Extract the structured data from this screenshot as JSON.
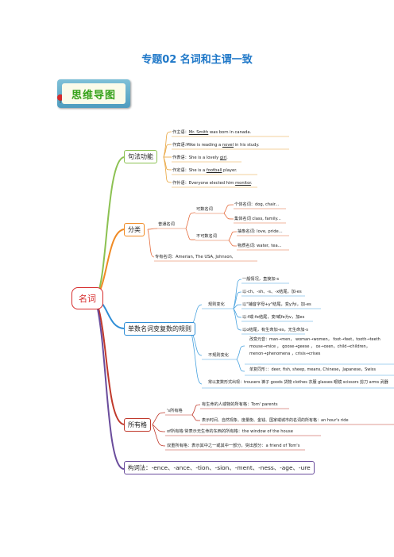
{
  "title": "专题02 名词和主谓一致",
  "badge": "思维导图",
  "root": "名词",
  "branches": {
    "syntax": {
      "label": "句法功能",
      "items": [
        {
          "role": "作主语：",
          "a": "",
          "u": "Mr. Smith",
          "b": " was born in canada."
        },
        {
          "role": "作宾语:",
          "a": "Mike is reading a ",
          "u": "novel",
          "b": " in his study."
        },
        {
          "role": "作表语：",
          "a": "She is a lovely ",
          "u": "girl",
          "b": "."
        },
        {
          "role": "作定语：",
          "a": "She is a ",
          "u": "football",
          "b": " player."
        },
        {
          "role": "作补语：",
          "a": "Everyone elected him ",
          "u": "monitor",
          "b": "."
        }
      ]
    },
    "category": {
      "label": "分类",
      "common": "普通名词",
      "countable": "可数名词",
      "uncountable": "不可数名词",
      "individual": "个体名词：dog, chair...",
      "collective": "集体名词 class, family...",
      "abstract": "抽象名词: love, pride...",
      "material": "物质名词: water, tea...",
      "proper": "专有名词：Amerian, The USA, Johnson,"
    },
    "plural": {
      "label": "单数名词变复数的规则",
      "regular_label": "规则变化",
      "regular": [
        "一般情况，直接加-s",
        "以-ch、-sh、-s、-x结尾，加-es",
        "以\"辅音字母+y\"结尾，变y为i，加-es",
        "以-f或-fe结尾，变f或fe为v，加es",
        "以o结尾，有生命加-es，无生命加-s"
      ],
      "irregular_label": "不规则变化",
      "irregular_vowel": [
        "改变元音：man→men， woman→women， foot→feet，tooth→teeth",
        "mouse→mice ， goose→geese ， ox→oxen，child→children，",
        "menon→phenomena ，crisis→crises"
      ],
      "irregular_same": "单复同形：：deer, fish, sheep, means, Chinese，Japanese，Swiss",
      "plural_only": "常以复数形式出现：trousers 裤子 goods 货物 clothes 衣服 glasses 眼镜 scissors 剪刀 arms 武器"
    },
    "possessive": {
      "label": "所有格",
      "s_label": "'s所有格",
      "s_items": [
        "有生命的人或物的所有格：Tom' parents",
        "表示时间、自然现象、度量衡、金钱、国家或城市的名词的所有格：an hour's ride"
      ],
      "of_item": "of所有格:常表示无生命的东西的所有格：the window of the house",
      "double_item": "双重所有格：表示其中之一或其中一部分，突出部分：a friend of Tom's"
    },
    "wordform": {
      "label": "构词法：-ence、-ance、-tion、-sion、-ment、-ness、-age、-ure"
    }
  },
  "colors": {
    "title": "#1f78c8",
    "root": "#d62a2a",
    "syntax": "#8cc152",
    "category": "#f08a24",
    "plural": "#2f8ed6",
    "possessive": "#c0392b",
    "wordform": "#6a4c9c",
    "syntax_leaf": "#e8a33a",
    "category_leaf": "#e46b3c",
    "plural_leaf": "#4aa3df",
    "possessive_leaf": "#c0392b"
  }
}
